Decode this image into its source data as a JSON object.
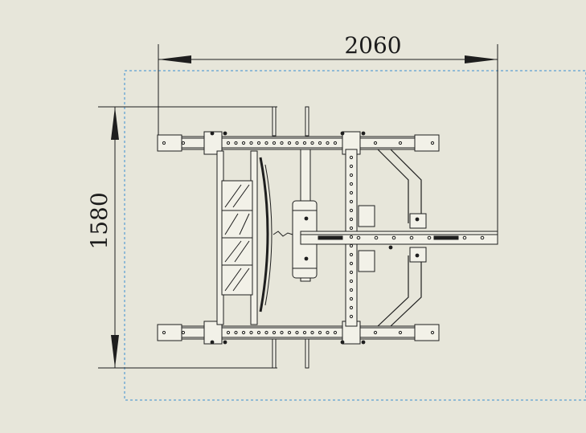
{
  "drawing": {
    "view": "top",
    "colors": {
      "background": "#e7e6da",
      "line": "#1e1e1e",
      "part_fill": "#f2f1e8",
      "bounding_box": "#3a8fd0"
    }
  },
  "dimensions": {
    "width": {
      "value": "2060",
      "orientation": "horizontal"
    },
    "depth": {
      "value": "1580",
      "orientation": "vertical"
    }
  }
}
